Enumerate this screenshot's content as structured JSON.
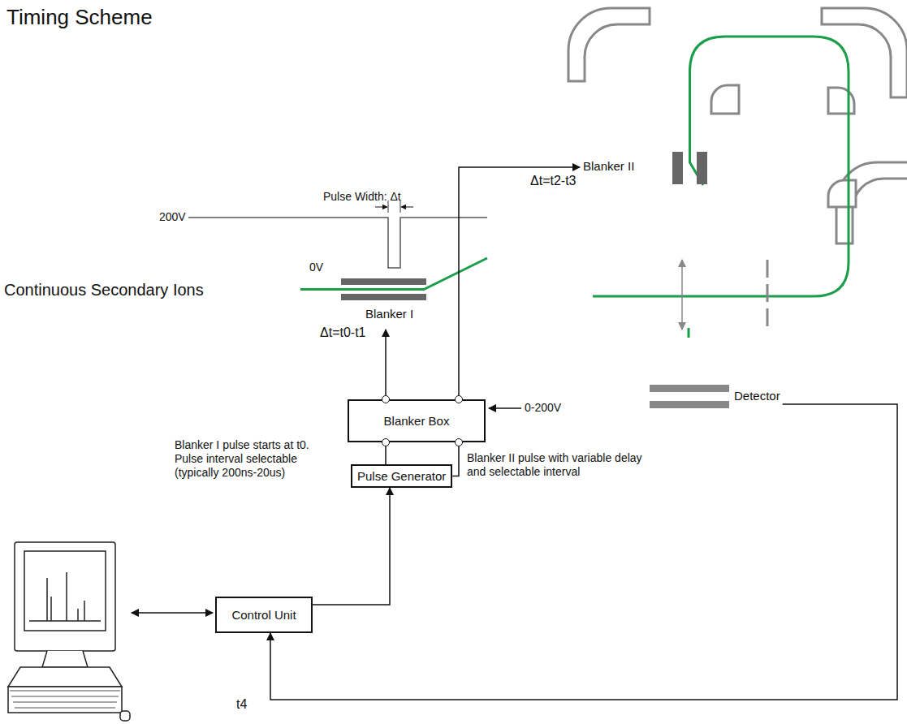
{
  "diagram": {
    "title": "Timing Scheme",
    "nodes": [
      {
        "text": [
          "Blanker I"
        ]
      },
      {
        "text": [
          "Blanker II"
        ]
      },
      {
        "text": [
          "Blanker Box"
        ]
      },
      {
        "text": [
          "Pulse Generator"
        ]
      },
      {
        "text": [
          "Detector"
        ]
      },
      {
        "text": [
          "Control Unit"
        ]
      }
    ],
    "edges": [
      {
        "from": 2,
        "to": 0,
        "arrow": "to",
        "label": "Δt=t0-t1"
      },
      {
        "from": 2,
        "to": 1,
        "arrow": "to",
        "label": "Δt=t2-t3"
      },
      {
        "from": 3,
        "to": 2,
        "arrow": "none"
      },
      {
        "from": 3,
        "to": 2,
        "arrow": "none"
      },
      {
        "from": 5,
        "to": 3,
        "arrow": "to"
      },
      {
        "from": 4,
        "to": 5,
        "arrow": "to",
        "label": "t4"
      }
    ],
    "labels": [
      "Pulse Width: Δt",
      "200V",
      "0V",
      "Continuous Secondary Ions",
      "0-200V",
      "Blanker I pulse starts at t0. Pulse interval selectable (typically 200ns-20us)",
      "Blanker II pulse with variable delay and selectable interval"
    ]
  }
}
